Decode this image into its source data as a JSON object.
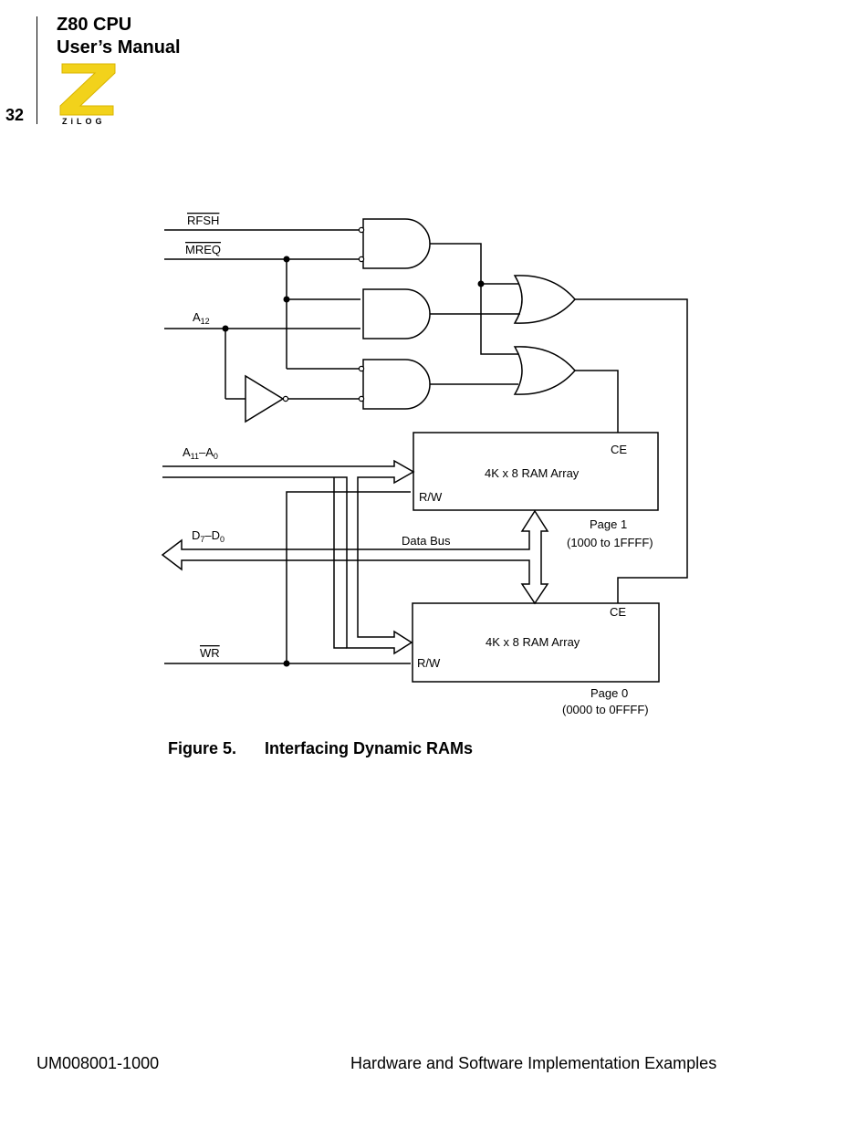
{
  "header": {
    "title_line1": "Z80 CPU",
    "title_line2": "User’s Manual",
    "page_number": "32",
    "logo_text": "ZiLOG"
  },
  "figure": {
    "signals": {
      "rfsh": "RFSH",
      "mreq": "MREQ",
      "a12_base": "A",
      "a12_sub": "12",
      "addr_a": "A",
      "addr_sub1": "11",
      "addr_dash": "–A",
      "addr_sub2": "0",
      "data_d": "D",
      "data_sub1": "7",
      "data_dash": "–D",
      "data_sub2": "0",
      "wr": "WR",
      "data_bus": "Data Bus"
    },
    "ram_page1": {
      "label": "4K x 8 RAM Array",
      "ce": "CE",
      "rw": "R/W",
      "page": "Page 1",
      "range": "(1000 to 1FFFF)"
    },
    "ram_page0": {
      "label": "4K x 8 RAM Array",
      "ce": "CE",
      "rw": "R/W",
      "page": "Page 0",
      "range": "(0000 to 0FFFF)"
    },
    "caption_number": "Figure 5.",
    "caption_title": "Interfacing Dynamic RAMs"
  },
  "footer": {
    "doc_id": "UM008001-1000",
    "section": "Hardware and Software Implementation Examples"
  },
  "colors": {
    "logo_yellow": "#f2d21b",
    "ink": "#000000"
  }
}
